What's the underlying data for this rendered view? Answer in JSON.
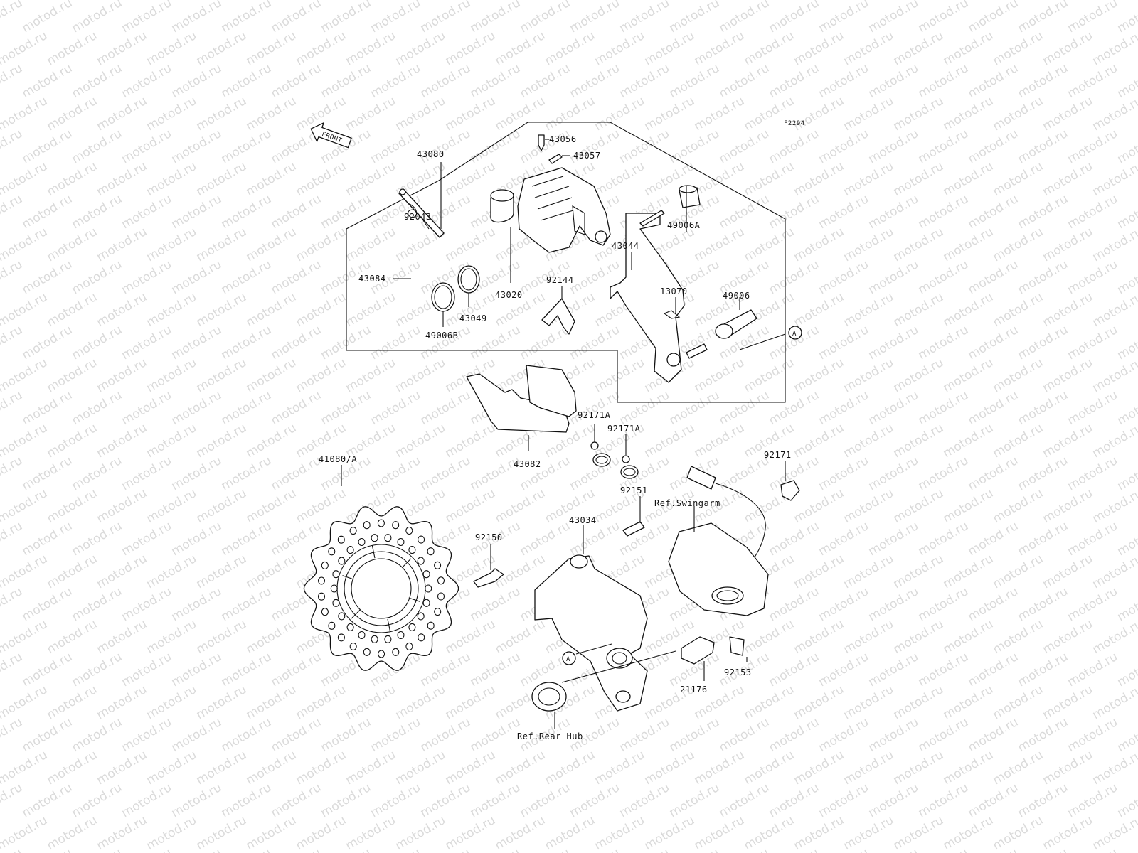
{
  "diagram": {
    "figure_id": "F2294",
    "front_arrow": "FRONT",
    "watermark": "motod.ru",
    "callout_letter": "A",
    "labels": {
      "p43056": "43056",
      "p43057": "43057",
      "p43080": "43080",
      "p92043": "92043",
      "p49006A": "49006A",
      "p43044": "43044",
      "p43084": "43084",
      "p92144": "92144",
      "p43020": "43020",
      "p13070": "13070",
      "p49006": "49006",
      "p43049": "43049",
      "p49006B": "49006B",
      "p92171A_1": "92171A",
      "p92171A_2": "92171A",
      "p43082": "43082",
      "p41080A": "41080/A",
      "p92171": "92171",
      "p92151": "92151",
      "ref_swingarm": "Ref.Swingarm",
      "p43034": "43034",
      "p92150": "92150",
      "p92153": "92153",
      "p21176": "21176",
      "ref_rear_hub": "Ref.Rear Hub"
    }
  }
}
